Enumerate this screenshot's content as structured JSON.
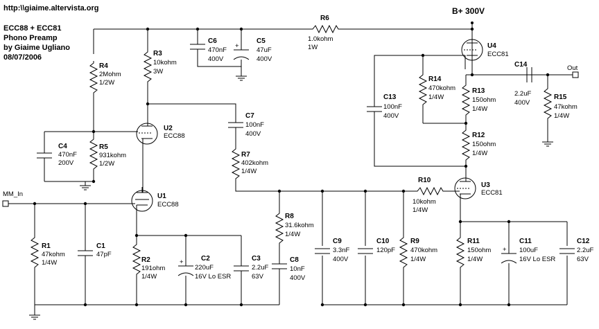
{
  "header": {
    "url": "http:\\\\giaime.altervista.org",
    "title": "ECC88 + ECC81",
    "subtitle": "Phono Preamp",
    "author": "by Giaime Ugliano",
    "date": "08/07/2006"
  },
  "supply": {
    "label": "B+ 300V"
  },
  "terminals": {
    "input": "MM_In",
    "output": "Out"
  },
  "components": {
    "R1": {
      "ref": "R1",
      "value": "47kohm",
      "rating": "1/4W"
    },
    "R2": {
      "ref": "R2",
      "value": "191ohm",
      "rating": "1/4W"
    },
    "R3": {
      "ref": "R3",
      "value": "10kohm",
      "rating": "3W"
    },
    "R4": {
      "ref": "R4",
      "value": "2Mohm",
      "rating": "1/2W"
    },
    "R5": {
      "ref": "R5",
      "value": "931kohm",
      "rating": "1/2W"
    },
    "R6": {
      "ref": "R6",
      "value": "1.0kohm",
      "rating": "1W"
    },
    "R7": {
      "ref": "R7",
      "value": "402kohm",
      "rating": "1/4W"
    },
    "R8": {
      "ref": "R8",
      "value": "31.6kohm",
      "rating": "1/4W"
    },
    "R9": {
      "ref": "R9",
      "value": "470kohm",
      "rating": "1/4W"
    },
    "R10": {
      "ref": "R10",
      "value": "10kohm",
      "rating": "1/4W"
    },
    "R11": {
      "ref": "R11",
      "value": "150ohm",
      "rating": "1/4W"
    },
    "R12": {
      "ref": "R12",
      "value": "150ohm",
      "rating": "1/4W"
    },
    "R13": {
      "ref": "R13",
      "value": "150ohm",
      "rating": "1/4W"
    },
    "R14": {
      "ref": "R14",
      "value": "470kohm",
      "rating": "1/4W"
    },
    "R15": {
      "ref": "R15",
      "value": "47kohm",
      "rating": "1/4W"
    },
    "C1": {
      "ref": "C1",
      "value": "47pF",
      "rating": ""
    },
    "C2": {
      "ref": "C2",
      "value": "220uF",
      "rating": "16V Lo ESR"
    },
    "C3": {
      "ref": "C3",
      "value": "2.2uF",
      "rating": "63V"
    },
    "C4": {
      "ref": "C4",
      "value": "470nF",
      "rating": "200V"
    },
    "C5": {
      "ref": "C5",
      "value": "47uF",
      "rating": "400V"
    },
    "C6": {
      "ref": "C6",
      "value": "470nF",
      "rating": "400V"
    },
    "C7": {
      "ref": "C7",
      "value": "100nF",
      "rating": "400V"
    },
    "C8": {
      "ref": "C8",
      "value": "10nF",
      "rating": "400V"
    },
    "C9": {
      "ref": "C9",
      "value": "3.3nF",
      "rating": "400V"
    },
    "C10": {
      "ref": "C10",
      "value": "120pF",
      "rating": ""
    },
    "C11": {
      "ref": "C11",
      "value": "100uF",
      "rating": "16V Lo ESR"
    },
    "C12": {
      "ref": "C12",
      "value": "2.2uF",
      "rating": "63V"
    },
    "C13": {
      "ref": "C13",
      "value": "100nF",
      "rating": "400V"
    },
    "C14": {
      "ref": "C14",
      "value": "2.2uF",
      "rating": "400V"
    }
  },
  "tubes": {
    "U1": {
      "ref": "U1",
      "type": "ECC88"
    },
    "U2": {
      "ref": "U2",
      "type": "ECC88"
    },
    "U3": {
      "ref": "U3",
      "type": "ECC81"
    },
    "U4": {
      "ref": "U4",
      "type": "ECC81"
    }
  }
}
